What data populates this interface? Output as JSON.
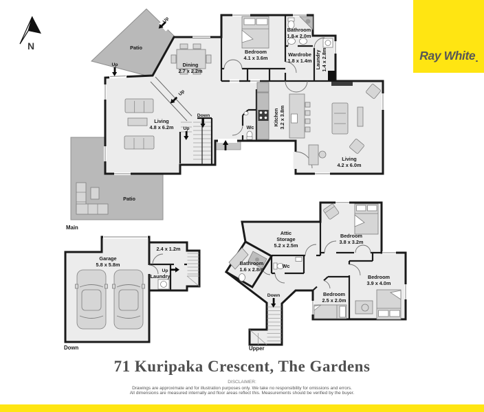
{
  "colors": {
    "brand_yellow": "#FFE512",
    "logo_text": "#575756",
    "wall": "#1a1a1a",
    "room_fill": "#ececec",
    "outdoor_fill": "#b9b9b9",
    "title_text": "#4f4f4f"
  },
  "compass": {
    "label": "N"
  },
  "logo": {
    "brand": "Ray White"
  },
  "floors": {
    "main": {
      "floor_label": "Main",
      "stairs": {
        "up_patio": "Up",
        "up_entry": "Up",
        "up_hall": "Up",
        "down": "Down",
        "up_stairs": "Up"
      },
      "rooms": {
        "patio_top": {
          "name": "Patio"
        },
        "dining": {
          "name": "Dining",
          "dims": "2.7 x 2.2m"
        },
        "bedroom": {
          "name": "Bedroom",
          "dims": "4.1 x 3.6m"
        },
        "bathroom": {
          "name": "Bathroom",
          "dims": "1.8 x 2.0m"
        },
        "wardrobe": {
          "name": "Wardrobe",
          "dims": "1.8 x 1.4m"
        },
        "laundry": {
          "name": "Laundry",
          "dims": "1.4 x 2.8m"
        },
        "living_left": {
          "name": "Living",
          "dims": "4.8 x 6.2m"
        },
        "kitchen": {
          "name": "Kitchen",
          "dims": "3.2 x 3.8m"
        },
        "wc": {
          "name": "Wc"
        },
        "living_right": {
          "name": "Living",
          "dims": "4.2 x 6.0m"
        },
        "patio_bottom": {
          "name": "Patio"
        }
      }
    },
    "lower": {
      "floor_label": "Down",
      "stairs": {
        "up": "Up"
      },
      "rooms": {
        "garage": {
          "name": "Garage",
          "dims": "5.8 x 5.8m"
        },
        "store": {
          "dims": "2.4 x 1.2m"
        },
        "laundry": {
          "name": "Laundry"
        }
      }
    },
    "upper": {
      "floor_label": "Upper",
      "stairs": {
        "down": "Down"
      },
      "rooms": {
        "attic": {
          "name": "Attic",
          "name2": "Storage",
          "dims": "5.2 x 2.5m"
        },
        "bathroom": {
          "name": "Bathroom",
          "dims": "1.6 x 2.8m"
        },
        "wc": {
          "name": "Wc"
        },
        "bedroom_top": {
          "name": "Bedroom",
          "dims": "3.8 x 3.2m"
        },
        "bedroom_right": {
          "name": "Bedroom",
          "dims": "3.9 x 4.0m"
        },
        "bedroom_small": {
          "name": "Bedroom",
          "dims": "2.5 x 2.0m"
        }
      }
    }
  },
  "footer": {
    "title": "71 Kuripaka Crescent, The Gardens",
    "disclaimer_heading": "DISCLAIMER:",
    "disclaimer_line1": "Drawings are approximate and for illustration purposes only. We take no responsibility for omissions and errors.",
    "disclaimer_line2": "All dimensions are measured internally and floor areas reflect this. Measurements should be verified by the buyer."
  }
}
